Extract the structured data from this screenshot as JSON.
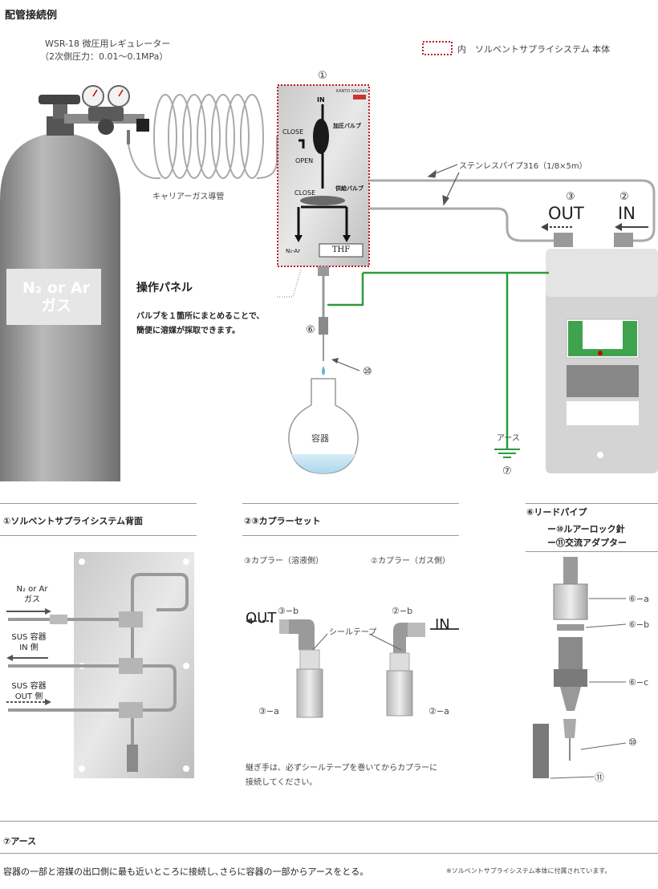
{
  "title": "配管接続例",
  "regulator": {
    "name": "WSR-18 微圧用レギュレーター",
    "pressure": "（2次側圧力：0.01～0.1MPa）"
  },
  "legend": {
    "label": "内　ソルベントサプライシステム 本体"
  },
  "circled": {
    "n1": "①",
    "n2": "②",
    "n3": "③",
    "n6": "⑥",
    "n7": "⑦",
    "n10": "⑩",
    "n11": "⑪"
  },
  "cylinder": {
    "line1": "N₂ or Ar",
    "line2": "ガス"
  },
  "carrier_tube": "キャリアーガス導管",
  "stainless_pipe": "ステンレスパイプ316（1/8×5m）",
  "panel": {
    "in": "IN",
    "close1": "CLOSE",
    "open": "OPEN",
    "close2": "CLOSE",
    "pressure_valve": "加圧バルブ",
    "supply_valve": "供給バルブ",
    "n2ar": "N₂-Ar",
    "thf": "THF",
    "brand": "KANTO KAGAKU"
  },
  "ports": {
    "out": "OUT",
    "in": "IN"
  },
  "op_panel": {
    "title": "操作パネル",
    "desc1": "バルブを１箇所にまとめることで、",
    "desc2": "簡便に溶媒が採取できます。"
  },
  "flask_label": "容器",
  "earth_label": "アース",
  "sec1": {
    "title": "①ソルベントサプライシステム背面",
    "gas_l1": "N₂ or Ar",
    "gas_l2": "ガス",
    "in_l1": "SUS 容器",
    "in_l2": "IN 側",
    "out_l1": "SUS 容器",
    "out_l2": "OUT 側"
  },
  "sec23": {
    "title": "②③カプラーセット",
    "left_caption": "③カプラー（溶液側）",
    "right_caption": "②カプラー（ガス側）",
    "out": "OUT",
    "in": "IN",
    "b3": "③−b",
    "b2": "②−b",
    "seal": "シールテープ",
    "a3": "③−a",
    "a2": "②−a",
    "note1": "継ぎ手は、必ずシールテープを巻いてからカプラーに",
    "note2": "接続してください。"
  },
  "sec6": {
    "title1": "⑥リードパイプ",
    "title2": "ー⑩ルアーロック針",
    "title3": "ー⑪交流アダプター",
    "a": "⑥−a",
    "b": "⑥−b",
    "c": "⑥−c",
    "n10": "⑩",
    "n11": "⑪"
  },
  "sec7": {
    "title": "⑦アース",
    "desc": "容器の一部と溶媒の出口側に最も近いところに接続し､さらに容器の一部からアースをとる。",
    "note": "※ソルベントサプライシステム本体に付属されています。"
  }
}
